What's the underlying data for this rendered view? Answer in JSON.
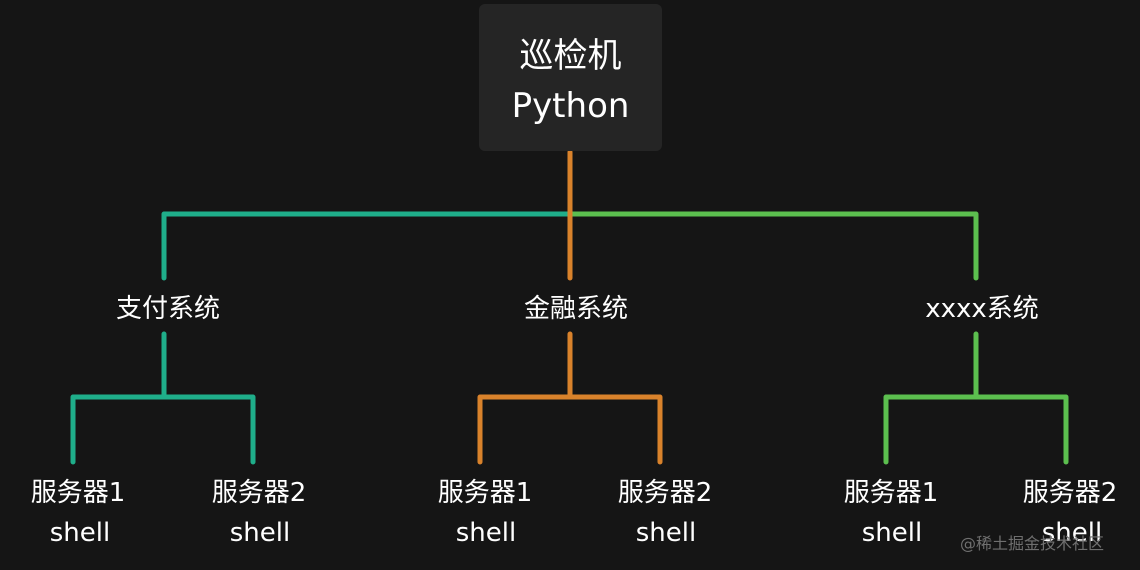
{
  "root": {
    "line1": "巡检机",
    "line2": "Python"
  },
  "colors": {
    "background": "#151515",
    "root_box": "#252525",
    "teal": "#1fae8a",
    "orange": "#d9822b",
    "green": "#5cbf4f"
  },
  "systems": [
    {
      "label": "支付系统",
      "servers": [
        {
          "name": "服务器1",
          "shell": "shell"
        },
        {
          "name": "服务器2",
          "shell": "shell"
        }
      ]
    },
    {
      "label": "金融系统",
      "servers": [
        {
          "name": "服务器1",
          "shell": "shell"
        },
        {
          "name": "服务器2",
          "shell": "shell"
        }
      ]
    },
    {
      "label": "xxxx系统",
      "servers": [
        {
          "name": "服务器1",
          "shell": "shell"
        },
        {
          "name": "服务器2",
          "shell": "shell"
        }
      ]
    }
  ],
  "watermark": "@稀土掘金技术社区"
}
